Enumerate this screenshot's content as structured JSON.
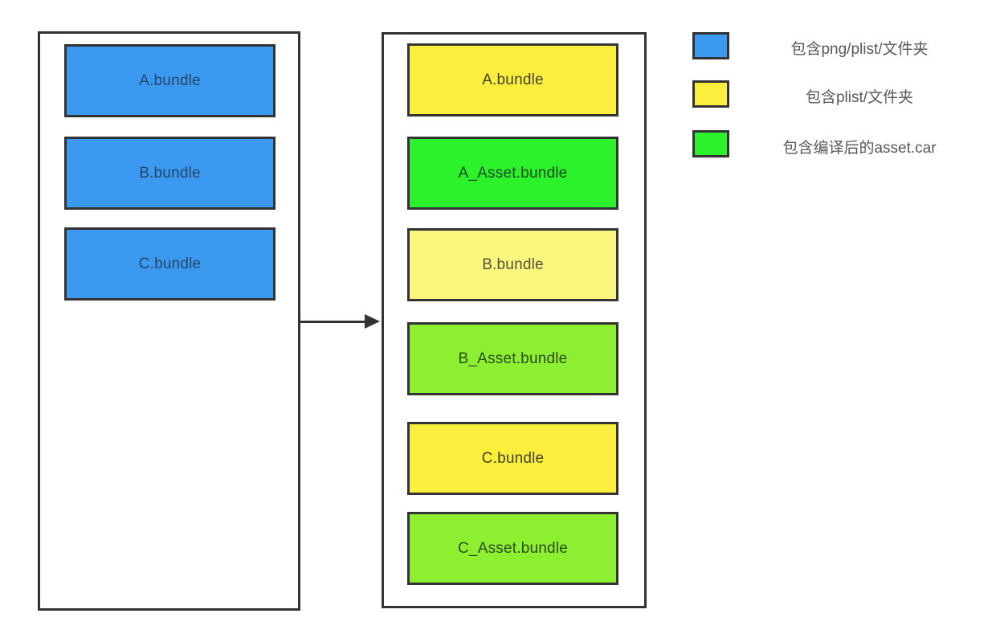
{
  "diagram": {
    "left_container": {
      "boxes": [
        {
          "label": "A.bundle",
          "type": "blue"
        },
        {
          "label": "B.bundle",
          "type": "blue"
        },
        {
          "label": "C.bundle",
          "type": "blue"
        }
      ]
    },
    "right_container": {
      "boxes": [
        {
          "label": "A.bundle",
          "type": "yellow"
        },
        {
          "label": "A_Asset.bundle",
          "type": "green"
        },
        {
          "label": "B.bundle",
          "type": "pale-yellow"
        },
        {
          "label": "B_Asset.bundle",
          "type": "lime"
        },
        {
          "label": "C.bundle",
          "type": "yellow"
        },
        {
          "label": "C_Asset.bundle",
          "type": "lime"
        }
      ]
    },
    "legend": {
      "items": [
        {
          "label": "包含png/plist/文件夹",
          "swatch_color": "#3b99f0"
        },
        {
          "label": "包含plist/文件夹",
          "swatch_color": "#fcee3c"
        },
        {
          "label": "包含编译后的asset.car",
          "swatch_color": "#2bf22b"
        }
      ]
    },
    "colors": {
      "blue": "#3b99f0",
      "yellow": "#fcee3c",
      "pale_yellow": "#f9f67e",
      "green": "#2bf22b",
      "lime": "#8cef31",
      "border": "#333333",
      "legend_text": "#595959"
    }
  }
}
